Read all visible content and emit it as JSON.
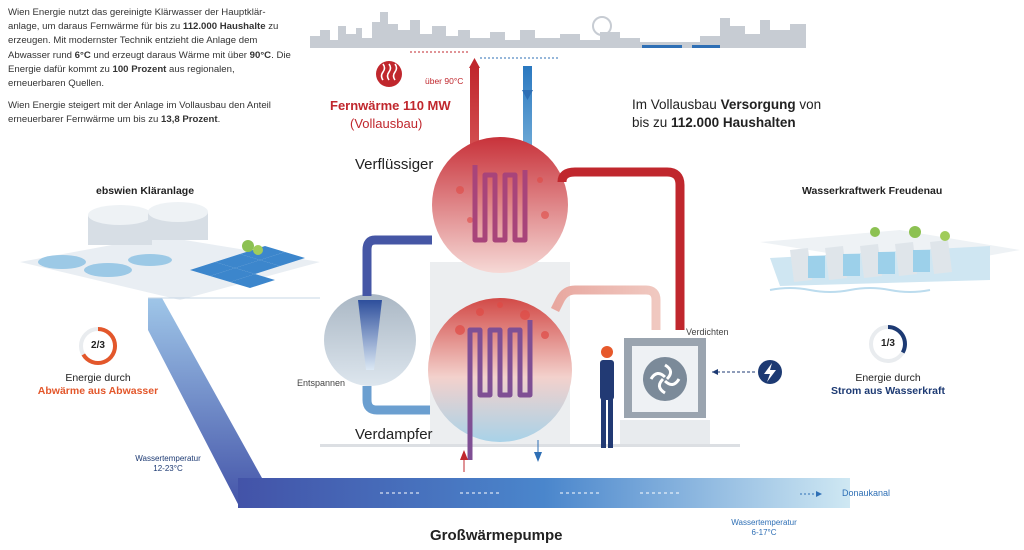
{
  "intro": {
    "p1_a": "Wien Energie nutzt das gereinigte Klärwasser der Hauptklär-anlage, um daraus Fernwärme für bis zu ",
    "p1_b": "112.000 Haushalte",
    "p1_c": " zu erzeugen. Mit modernster Technik entzieht die Anlage dem Abwasser rund ",
    "p1_d": "6°C",
    "p1_e": " und erzeugt daraus Wärme mit über ",
    "p1_f": "90°C",
    "p1_g": ". Die Energie dafür kommt zu ",
    "p1_h": "100 Prozent",
    "p1_i": " aus regionalen, erneuerbaren Quellen.",
    "p2_a": "Wien Energie steigert mit der Anlage im Vollausbau den Anteil erneuerbarer Fernwärme um bis zu ",
    "p2_b": "13,8 Prozent",
    "p2_c": "."
  },
  "labels": {
    "ueber90": "über 90°C",
    "fernwaerme": "Fernwärme 110 MW",
    "vollausbau": "(Vollausbau)",
    "versorgung_a": "Im Vollausbau ",
    "versorgung_b": "Versorgung",
    "versorgung_c": " von",
    "versorgung_d": "bis zu ",
    "versorgung_e": "112.000 Haushalten",
    "verfluessiger": "Verflüssiger",
    "verdampfer": "Verdampfer",
    "verdichten": "Verdichten",
    "entspannen": "Entspannen",
    "klaeranlage": "ebswien Kläranlage",
    "wasserkraftwerk": "Wasserkraftwerk Freudenau",
    "share_left": "2/3",
    "share_right": "1/3",
    "energie_durch": "Energie durch",
    "abwaerme": "Abwärme aus Abwasser",
    "strom": "Strom aus Wasserkraft",
    "wassertemp": "Wassertemperatur",
    "temp_in": "12-23°C",
    "temp_out": "6-17°C",
    "donaukanal": "Donaukanal",
    "title": "Großwärmepumpe"
  },
  "colors": {
    "red": "#c0272d",
    "blue": "#2e6fb5",
    "orange": "#e3572b",
    "navy": "#1d3a73"
  },
  "icons": {
    "heat": "heat-waves-icon",
    "fan": "fan-icon",
    "bolt": "lightning-bolt-icon",
    "worker": "worker-silhouette-icon"
  }
}
